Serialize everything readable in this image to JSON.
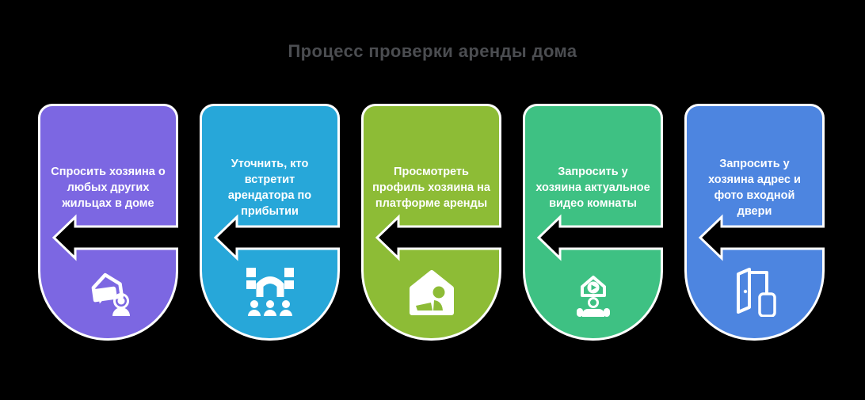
{
  "title": "Процесс проверки аренды дома",
  "colors": {
    "background": "#000000",
    "title": "#4b4d51",
    "card_border": "#ffffff",
    "label_text": "#ffffff",
    "arrow_fill": "#000000",
    "arrow_outline": "#ffffff"
  },
  "arrow": {
    "direction": "left"
  },
  "steps": [
    {
      "label": "Спросить хозяина о любых других жильцах в доме",
      "color": "#7c67e2",
      "icon": "house-speech-bubble-person-icon"
    },
    {
      "label": "Уточнить, кто встретит арендатора по прибытии",
      "color": "#27a7d9",
      "icon": "gateway-people-icon"
    },
    {
      "label": "Просмотреть профиль хозяина на платформе аренды",
      "color": "#8dbc36",
      "icon": "house-person-profile-icon"
    },
    {
      "label": "Запросить у хозяина актуальное видео комнаты",
      "color": "#3ec183",
      "icon": "house-video-play-person-icon"
    },
    {
      "label": "Запросить у хозяина адрес и фото входной двери",
      "color": "#4d85e0",
      "icon": "open-door-phone-icon"
    }
  ]
}
